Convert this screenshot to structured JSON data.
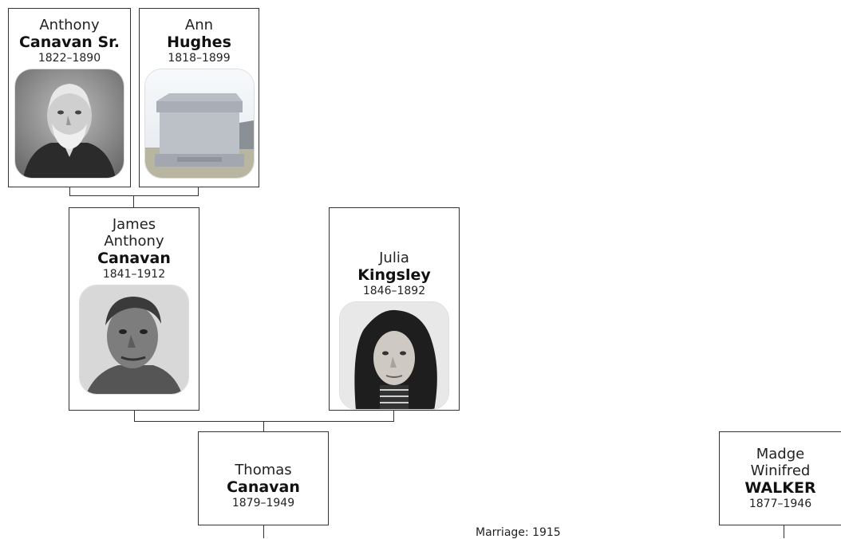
{
  "people": {
    "anthony_sr": {
      "given": "Anthony",
      "surname": "Canavan Sr.",
      "years": "1822–1890"
    },
    "ann": {
      "given": "Ann",
      "surname": "Hughes",
      "years": "1818–1899"
    },
    "james": {
      "given": [
        "James",
        "Anthony"
      ],
      "surname": "Canavan",
      "years": "1841–1912"
    },
    "julia": {
      "given": "Julia",
      "surname": "Kingsley",
      "years": "1846–1892"
    },
    "thomas": {
      "given": "Thomas",
      "surname": "Canavan",
      "years": "1879–1949"
    },
    "madge": {
      "given": [
        "Madge",
        "Winifred"
      ],
      "surname": "WALKER",
      "years": "1877–1946"
    }
  },
  "marriage": {
    "label": "Marriage: 1915"
  },
  "icons": {
    "anthony_sr": "portrait-photo-icon",
    "ann": "gravestone-photo-icon",
    "james": "portrait-photo-icon",
    "julia": "portrait-photo-icon"
  }
}
